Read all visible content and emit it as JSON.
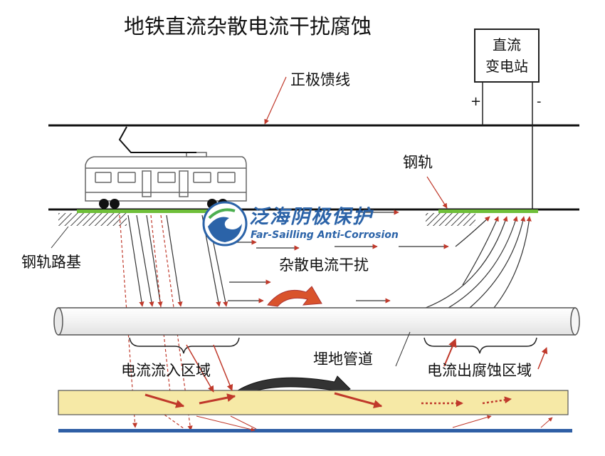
{
  "title": "地铁直流杂散电流干扰腐蚀",
  "station": {
    "line1": "直流",
    "line2": "变电站",
    "plus": "+",
    "minus": "-"
  },
  "labels": {
    "positive_feeder": "正极馈线",
    "rail": "钢轨",
    "rail_bed": "钢轨路基",
    "stray_current": "杂散电流干扰",
    "buried_pipe": "埋地管道",
    "current_in": "电流流入区域",
    "current_out": "电流出腐蚀区域"
  },
  "logo": {
    "cn": "泛海阴极保护",
    "en": "Far-Sailling Anti-Corrosion"
  },
  "colors": {
    "line": "#111111",
    "green_contact": "#6fbf3a",
    "red_arrow": "#c0392b",
    "pipe_fill": "#f7f7f7",
    "yellow_band": "#f6e9a6",
    "blue_line": "#2f5fa5",
    "logo_blue": "#2b63a8"
  }
}
